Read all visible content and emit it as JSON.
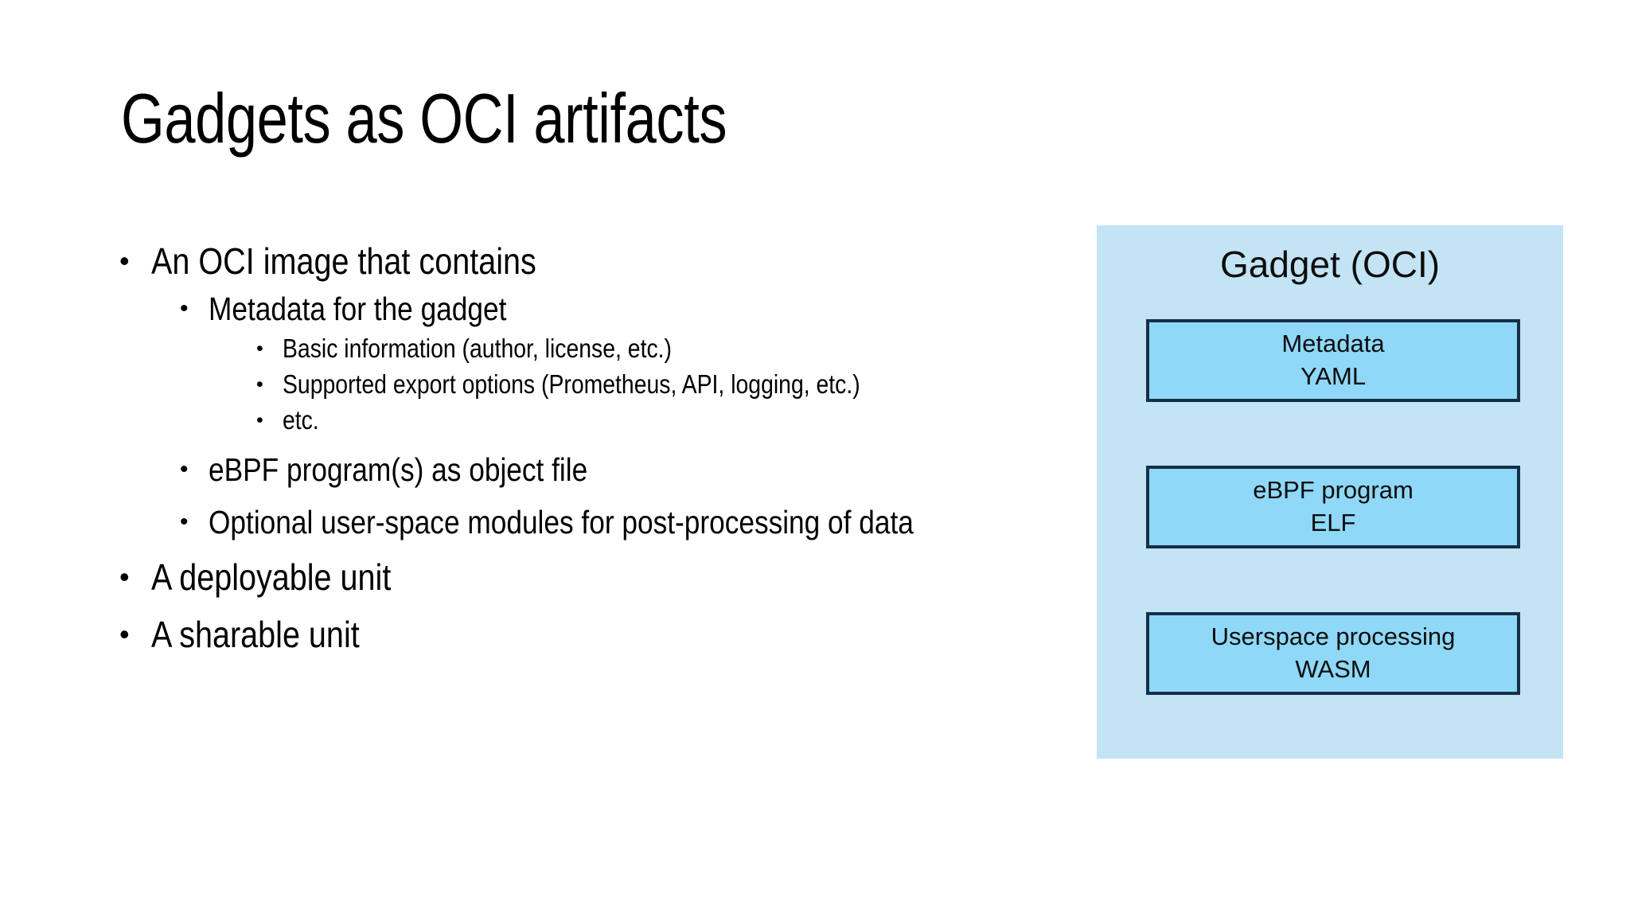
{
  "slide": {
    "title": "Gadgets as OCI artifacts",
    "background_color": "#ffffff",
    "text_color": "#000000"
  },
  "bullets": [
    {
      "level": 1,
      "marker": "•",
      "text": "An OCI image that contains"
    },
    {
      "level": 2,
      "marker": "•",
      "text": "Metadata for the gadget"
    },
    {
      "level": 3,
      "marker": "•",
      "text": "Basic information (author, license, etc.)"
    },
    {
      "level": 3,
      "marker": "•",
      "text": "Supported export options (Prometheus, API, logging, etc.)"
    },
    {
      "level": 3,
      "marker": "•",
      "text": "etc."
    },
    {
      "level": 2,
      "marker": "•",
      "text": "eBPF program(s) as object file"
    },
    {
      "level": 2,
      "marker": "•",
      "text": "Optional user-space modules for post-processing of data"
    },
    {
      "level": 1,
      "marker": "•",
      "text": "A deployable unit"
    },
    {
      "level": 1,
      "marker": "•",
      "text": "A sharable unit"
    }
  ],
  "diagram": {
    "title": "Gadget (OCI)",
    "panel_color": "#c2e4f5",
    "box_fill_color": "#8fd8f7",
    "box_border_color": "#152f47",
    "layers": [
      {
        "name": "Metadata",
        "format": "YAML"
      },
      {
        "name": "eBPF program",
        "format": "ELF"
      },
      {
        "name": "Userspace processing",
        "format": "WASM"
      }
    ]
  }
}
